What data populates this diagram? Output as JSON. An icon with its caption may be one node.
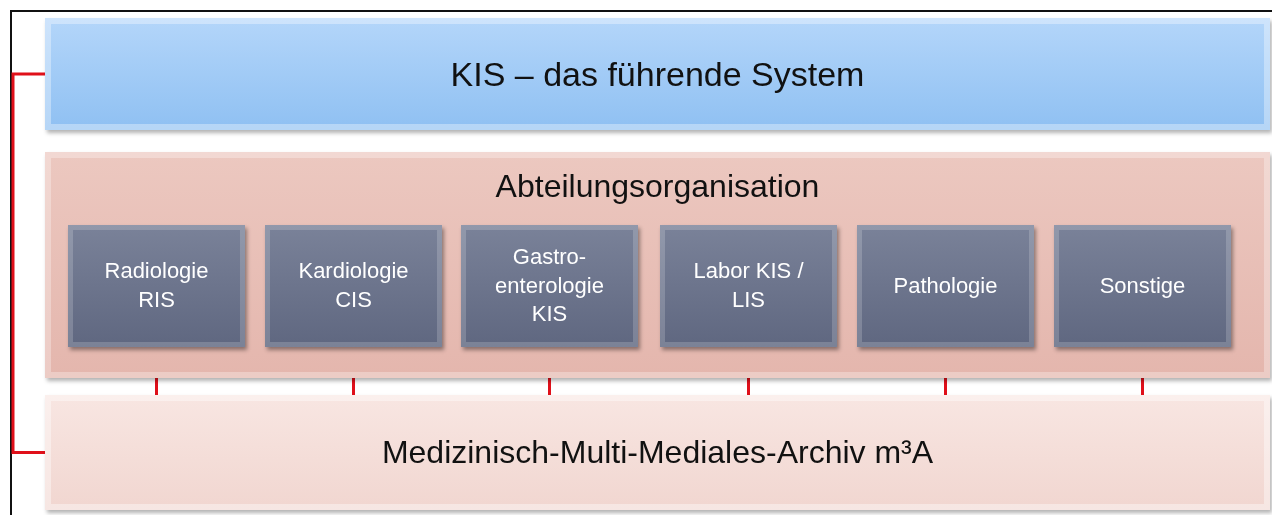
{
  "diagram": {
    "nodes": [
      {
        "text": [
          "KIS – das führende System"
        ]
      },
      {
        "text": [
          "Abteilungsorganisation"
        ]
      },
      {
        "text": [
          "Radiologie RIS"
        ],
        "in": 1
      },
      {
        "text": [
          "Kardiologie CIS"
        ],
        "in": 1
      },
      {
        "text": [
          "Gastro-enterologie KIS"
        ],
        "in": 1
      },
      {
        "text": [
          "Labor KIS / LIS"
        ],
        "in": 1
      },
      {
        "text": [
          "Pathologie"
        ],
        "in": 1
      },
      {
        "text": [
          "Sonstige"
        ],
        "in": 1
      },
      {
        "text": [
          "Medizinisch-Multi-Mediales-Archiv m³A"
        ]
      }
    ],
    "edges": [
      {
        "from": 0,
        "to": 8,
        "arrow": "none"
      },
      {
        "from": 2,
        "to": 8,
        "arrow": "none"
      },
      {
        "from": 3,
        "to": 8,
        "arrow": "none"
      },
      {
        "from": 4,
        "to": 8,
        "arrow": "none"
      },
      {
        "from": 5,
        "to": 8,
        "arrow": "none"
      },
      {
        "from": 6,
        "to": 8,
        "arrow": "none"
      },
      {
        "from": 7,
        "to": 8,
        "arrow": "none"
      }
    ]
  }
}
